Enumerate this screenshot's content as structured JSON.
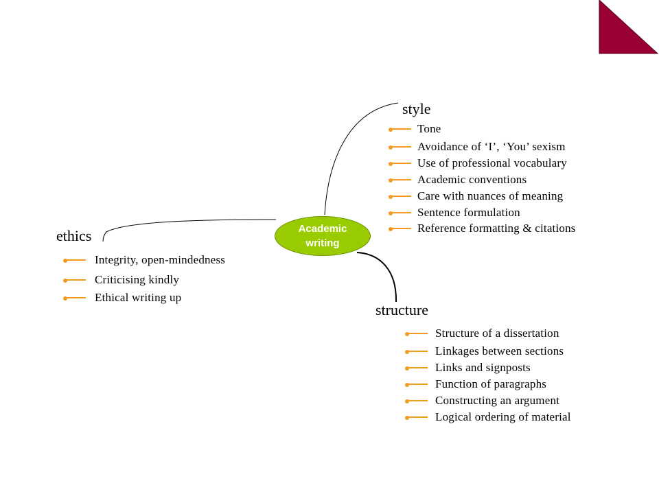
{
  "center": {
    "label": "Academic writing"
  },
  "colors": {
    "bullet": "#f39a1e",
    "center_fill": "#99cc00",
    "corner": "#990033"
  },
  "branches": {
    "style": {
      "title": "style",
      "items": [
        "Tone",
        "Avoidance of ‘I’, ‘You’ sexism",
        "Use of professional vocabulary",
        "Academic conventions",
        "Care with nuances of meaning",
        "Sentence formulation",
        "Reference formatting & citations"
      ]
    },
    "ethics": {
      "title": "ethics",
      "items": [
        "Integrity, open-mindedness",
        "Criticising kindly",
        "Ethical writing up"
      ]
    },
    "structure": {
      "title": "structure",
      "items": [
        "Structure of a dissertation",
        "Linkages between sections",
        "Links and signposts",
        "Function of paragraphs",
        "Constructing an argument",
        "Logical ordering of material"
      ]
    }
  }
}
